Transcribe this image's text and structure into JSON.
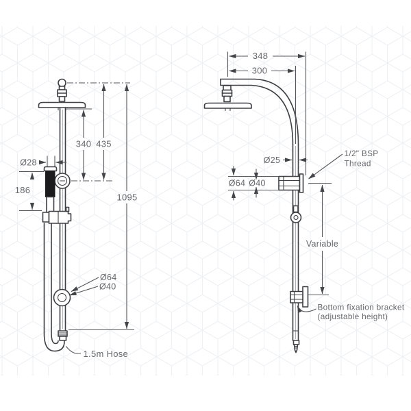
{
  "drawing_title": "shower-column-technical-drawing",
  "left_view": {
    "dim_head_to_inlet": "340",
    "dim_top_to_inlet": "435",
    "dim_total_height": "1095",
    "dia_handset": "Ø28",
    "dim_handle_length": "186",
    "dia_bracket_outer": "Ø64",
    "dia_bracket_inner": "Ø40",
    "hose_label": "1.5m Hose"
  },
  "right_view": {
    "dim_arm_reach_wall": "348",
    "dim_arm_reach_rail": "300",
    "dia_rail": "Ø25",
    "thread_label_line1": "1/2\" BSP",
    "thread_label_line2": "Thread",
    "dia_inlet_outer": "Ø64",
    "dia_inlet_inner": "Ø40",
    "variable_label": "Variable",
    "bottom_bracket_line1": "Bottom fixation bracket",
    "bottom_bracket_line2": "(adjustable height)"
  },
  "colors": {
    "fixture_line": "#3e3f42",
    "dimension_line": "#55565a",
    "text": "#67686c",
    "pattern": "#eef0f3",
    "background": "#ffffff",
    "grip_fill": "#1b1b1d"
  }
}
